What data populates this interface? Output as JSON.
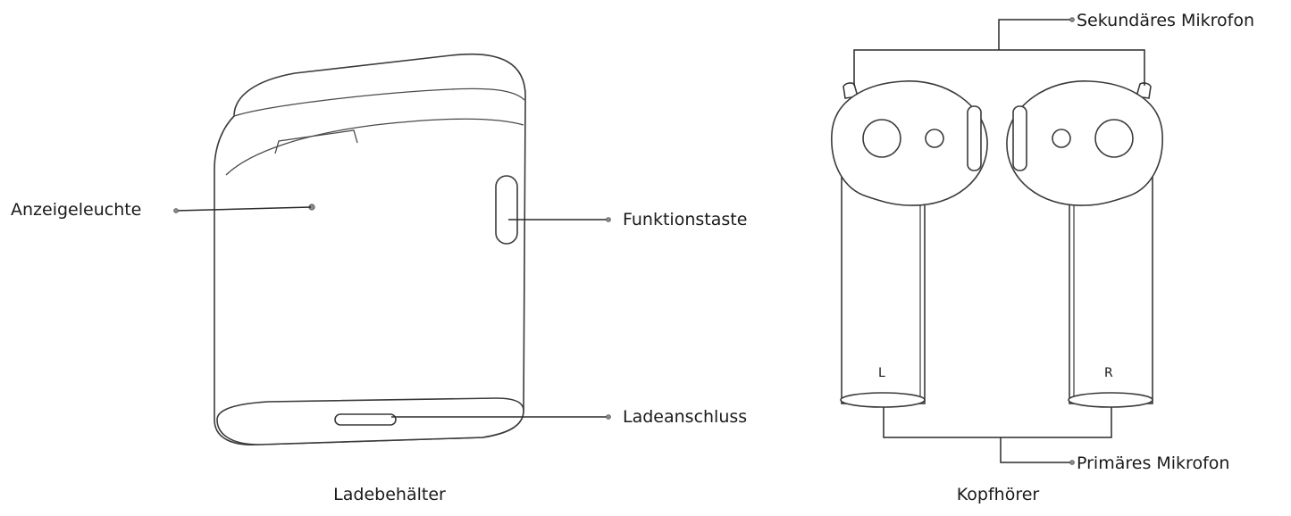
{
  "diagram": {
    "case_labels": {
      "indicator": "Anzeigeleuchte",
      "function_button": "Funktionstaste",
      "charging_port": "Ladeanschluss",
      "caption": "Ladebehälter"
    },
    "earbud_labels": {
      "secondary_mic": "Sekundäres Mikrofon",
      "primary_mic": "Primäres Mikrofon",
      "left": "L",
      "right": "R",
      "caption": "Kopfhörer"
    }
  }
}
